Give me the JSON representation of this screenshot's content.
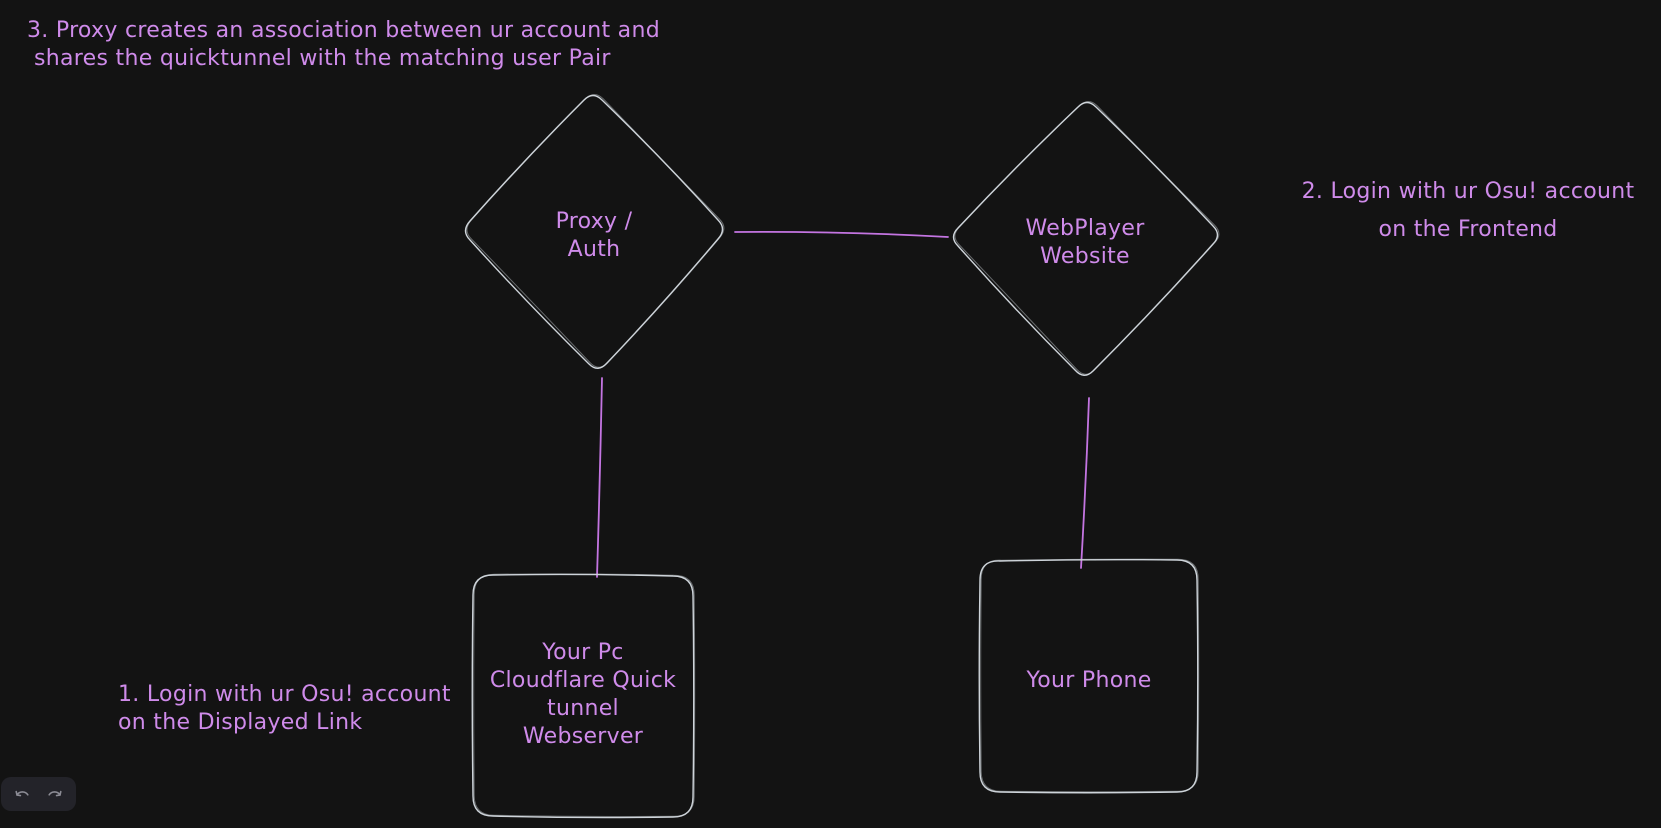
{
  "canvas": {
    "background": "#131313"
  },
  "annotations": {
    "step3": {
      "line1": "3. Proxy creates an association between ur account and",
      "line2": "shares the quicktunnel with the matching user Pair"
    },
    "step2": {
      "line1": "2. Login with ur Osu! account",
      "line2": "on the Frontend"
    },
    "step1": {
      "line1": "1. Login with ur Osu! account",
      "line2": "on the Displayed Link"
    }
  },
  "nodes": {
    "proxy_auth": {
      "shape": "diamond",
      "line1": "Proxy /",
      "line2": "Auth"
    },
    "webplayer": {
      "shape": "diamond",
      "line1": "WebPlayer",
      "line2": "Website"
    },
    "your_pc": {
      "shape": "rounded-rectangle",
      "line1": "Your Pc",
      "line2": "Cloudflare Quick",
      "line3": "tunnel",
      "line4": "Webserver"
    },
    "your_phone": {
      "shape": "rounded-rectangle",
      "line1": "Your Phone"
    }
  },
  "connectors": [
    {
      "from": "proxy_auth",
      "to": "webplayer"
    },
    {
      "from": "proxy_auth",
      "to": "your_pc"
    },
    {
      "from": "webplayer",
      "to": "your_phone"
    }
  ],
  "toolbar": {
    "undo": "undo",
    "redo": "redo"
  },
  "colors": {
    "text_purple": "#cf8bea",
    "connector_purple": "#c475e2",
    "shape_stroke": "#ced4da",
    "panel_bg": "#232329",
    "icon_gray": "#8c8c95",
    "canvas_bg": "#131313"
  }
}
